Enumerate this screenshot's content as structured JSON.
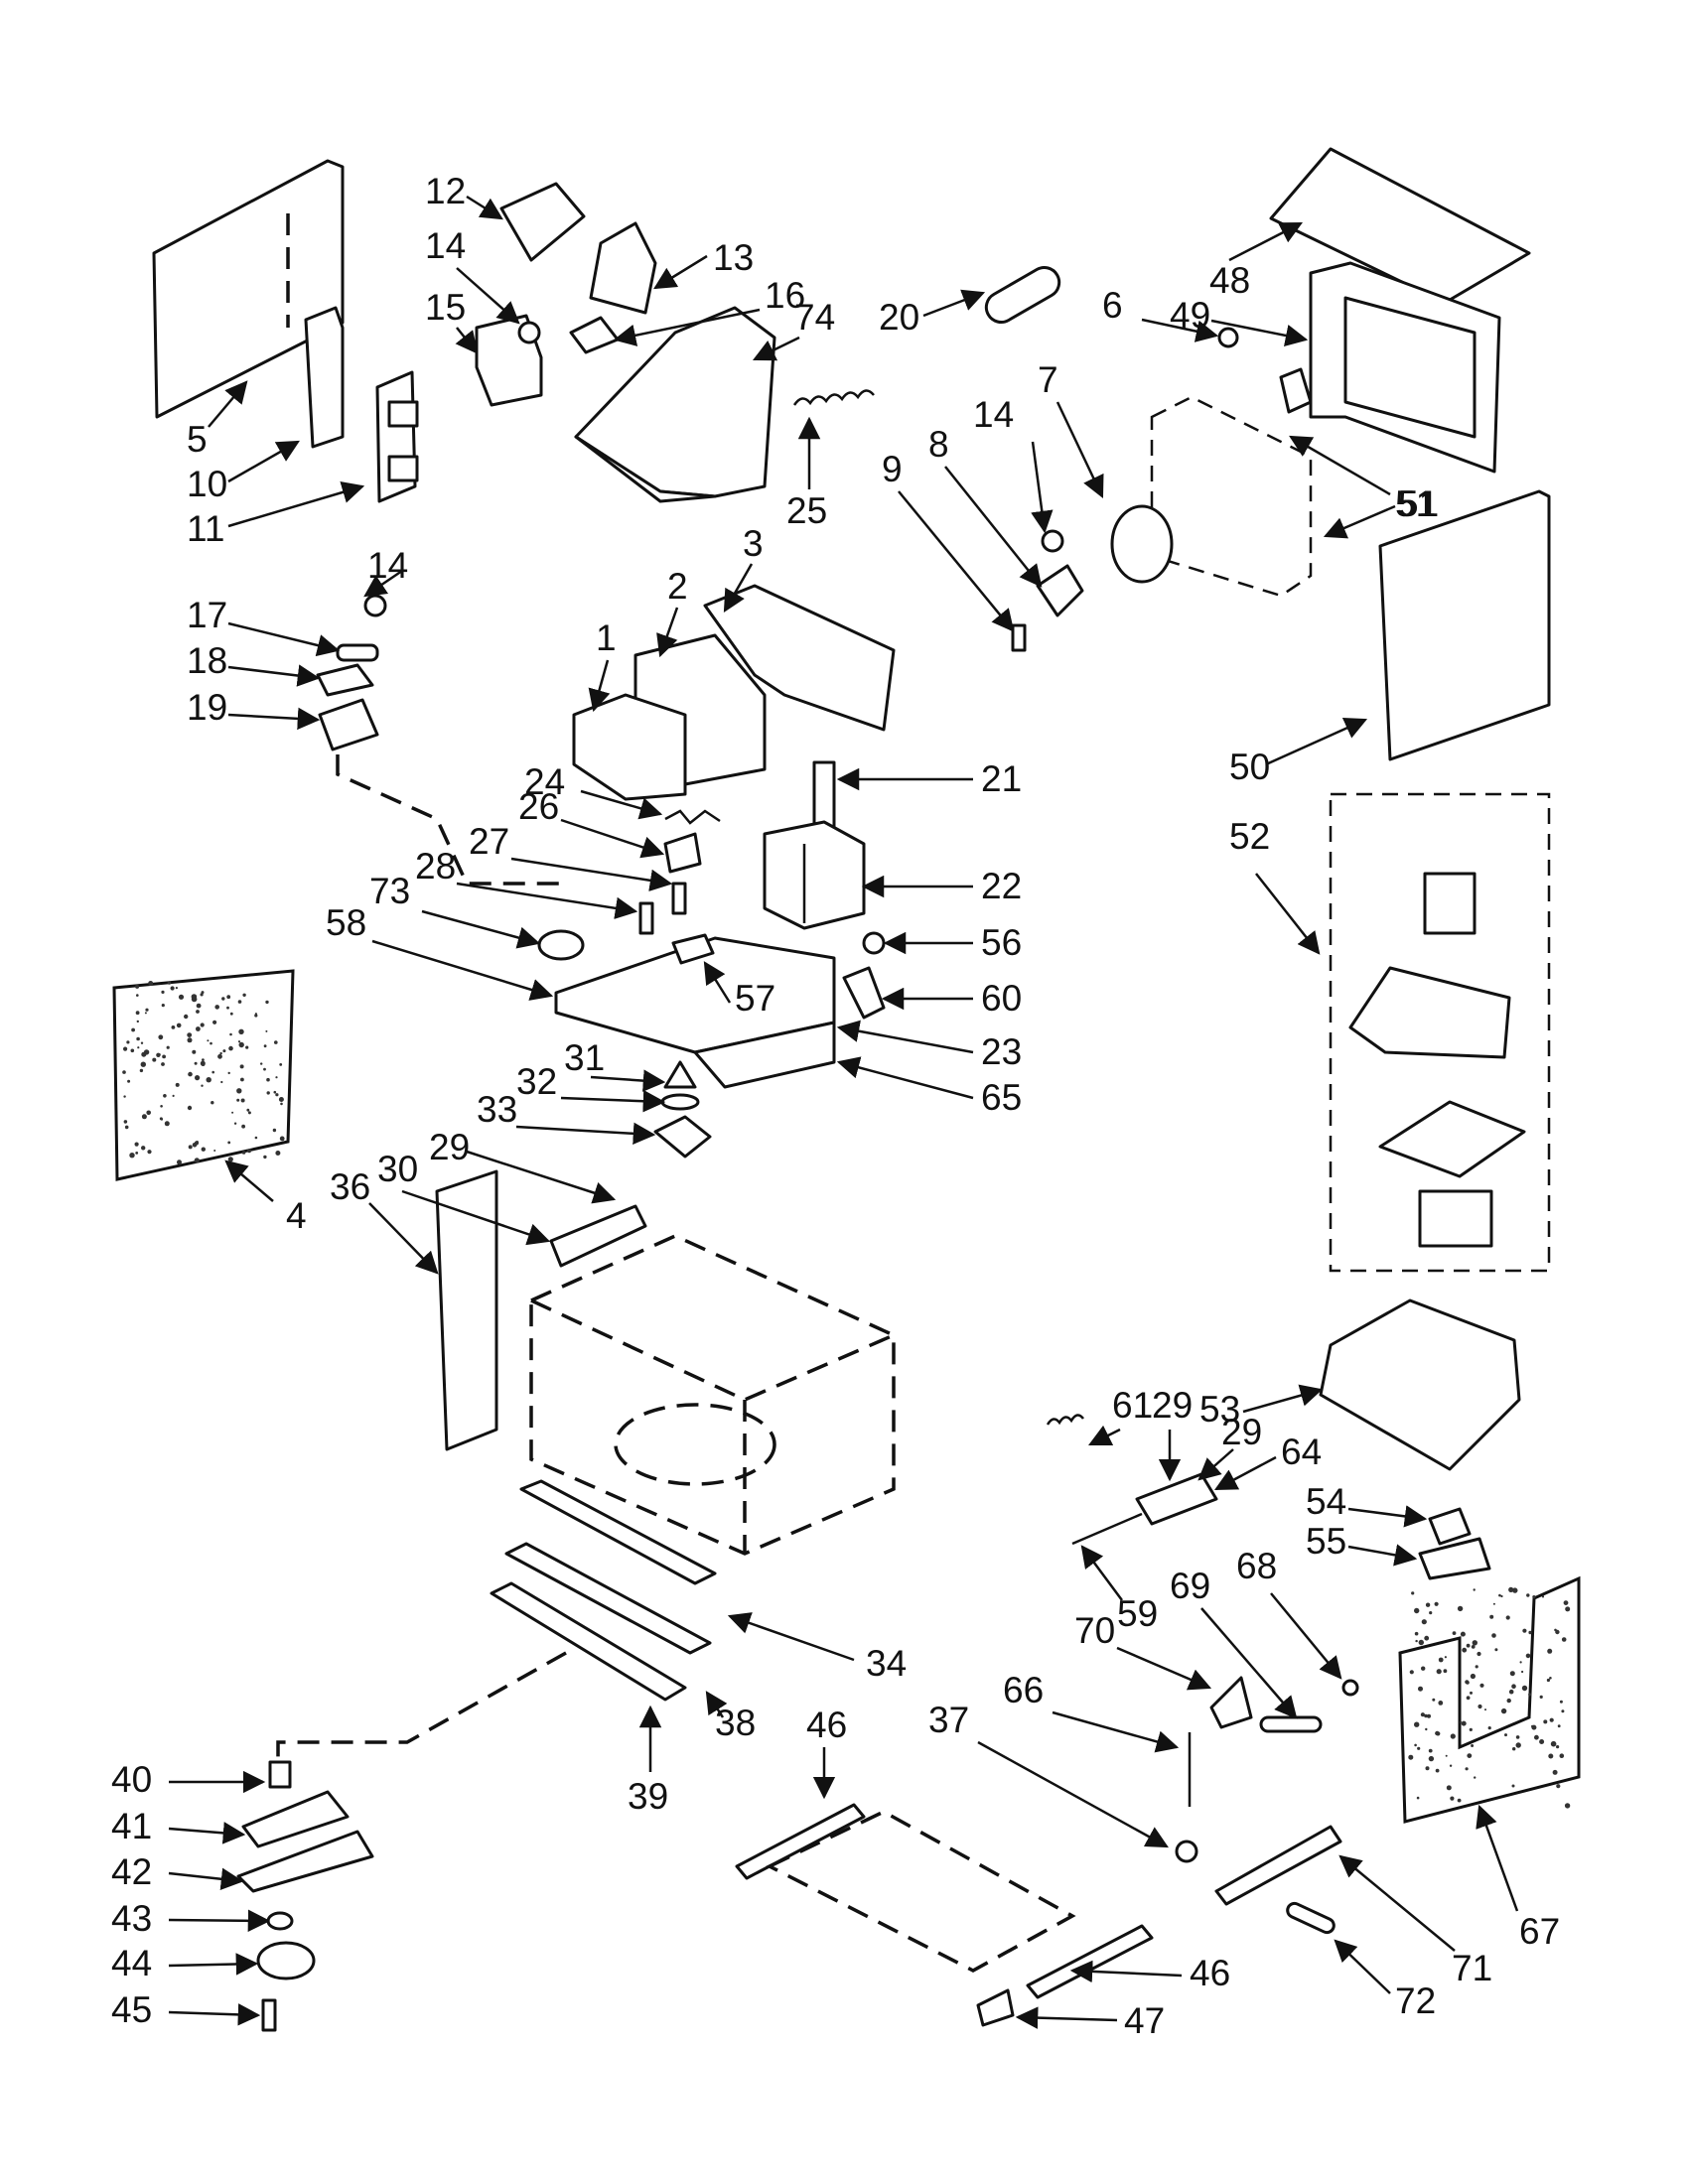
{
  "diagram": {
    "callouts": [
      "1",
      "2",
      "3",
      "4",
      "5",
      "6",
      "7",
      "8",
      "9",
      "10",
      "11",
      "12",
      "13",
      "14",
      "15",
      "16",
      "17",
      "18",
      "19",
      "20",
      "21",
      "22",
      "23",
      "24",
      "25",
      "26",
      "27",
      "28",
      "29",
      "30",
      "31",
      "32",
      "33",
      "34",
      "36",
      "37",
      "38",
      "39",
      "40",
      "41",
      "42",
      "43",
      "44",
      "45",
      "46",
      "47",
      "48",
      "49",
      "50",
      "51",
      "52",
      "53",
      "54",
      "55",
      "56",
      "57",
      "58",
      "59",
      "60",
      "61",
      "64",
      "65",
      "66",
      "67",
      "68",
      "69",
      "70",
      "71",
      "72",
      "73",
      "74"
    ],
    "colors": {
      "ink": "#111111",
      "background": "#ffffff"
    }
  }
}
